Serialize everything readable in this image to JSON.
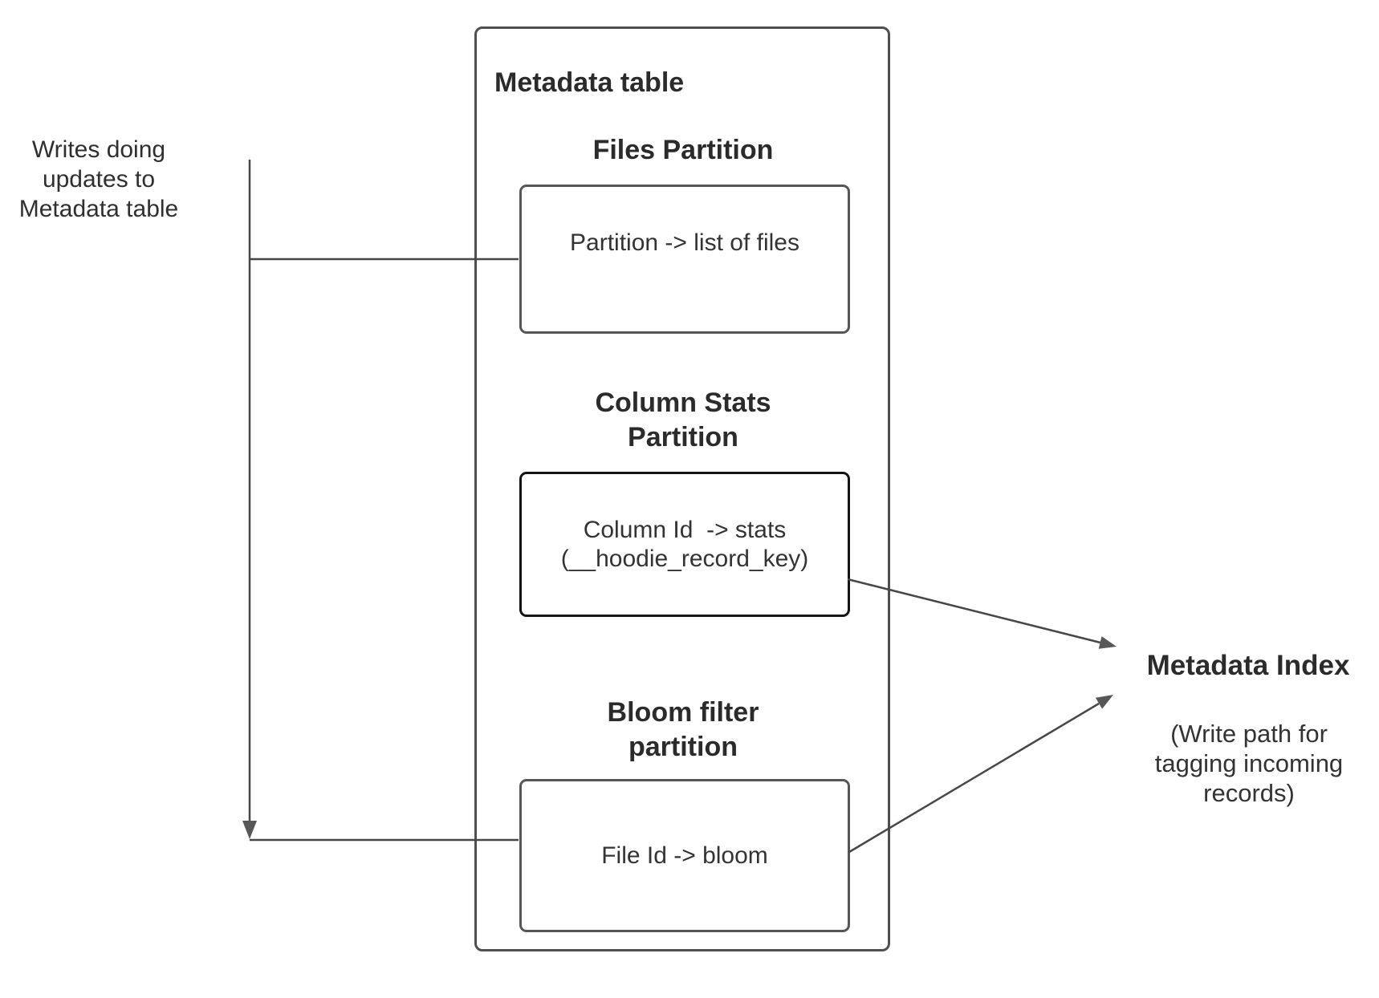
{
  "diagram": {
    "background": "#ffffff",
    "line_color": "#474747",
    "arrowhead_color": "#575757",
    "box_border_color": "#565656",
    "outer_border_color": "#4f4f4f",
    "emphasis_border_color": "#141414",
    "text_color": "#2f2f2f"
  },
  "writes_note": {
    "text": "Writes doing\nupdates to\nMetadata table"
  },
  "metadata_table": {
    "title": "Metadata table",
    "files": {
      "heading": "Files Partition",
      "mapping": "Partition -> list of files"
    },
    "column_stats": {
      "heading": "Column Stats\nPartition",
      "mapping": "Column Id  -> stats\n(__hoodie_record_key)"
    },
    "bloom": {
      "heading": "Bloom filter\npartition",
      "mapping": "File Id -> bloom"
    }
  },
  "metadata_index": {
    "title": "Metadata Index",
    "subtitle": "(Write path for\ntagging incoming\nrecords)"
  }
}
